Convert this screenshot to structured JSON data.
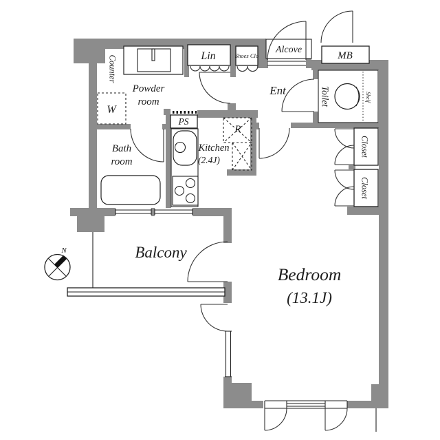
{
  "title": "apartment-floor-plan",
  "colors": {
    "wall": "#8c8c8c",
    "line": "#222222",
    "text": "#1d1d1d",
    "background": "#ffffff"
  },
  "compass": {
    "label": "N"
  },
  "rooms": {
    "counter": {
      "label": "Counter"
    },
    "powder_room": {
      "line1": "Powder",
      "line2": "room"
    },
    "washer": {
      "label": "W"
    },
    "linen": {
      "label": "Lin"
    },
    "shoes_closet": {
      "label": "Shoes Clo"
    },
    "alcove": {
      "label": "Alcove"
    },
    "meter_box": {
      "label": "MB"
    },
    "entrance": {
      "label": "Ent"
    },
    "toilet": {
      "label": "Toilet"
    },
    "shelf": {
      "label": "Shelf"
    },
    "pipe_space": {
      "label": "PS"
    },
    "refrigerator": {
      "label": "R"
    },
    "kitchen": {
      "line1": "Kitchen",
      "line2": "(2.4J)"
    },
    "bath_room": {
      "line1": "Bath",
      "line2": "room"
    },
    "closet_upper": {
      "label": "Closet"
    },
    "closet_lower": {
      "label": "Closet"
    },
    "balcony": {
      "label": "Balcony"
    },
    "bedroom": {
      "line1": "Bedroom",
      "line2": "(13.1J)"
    }
  }
}
